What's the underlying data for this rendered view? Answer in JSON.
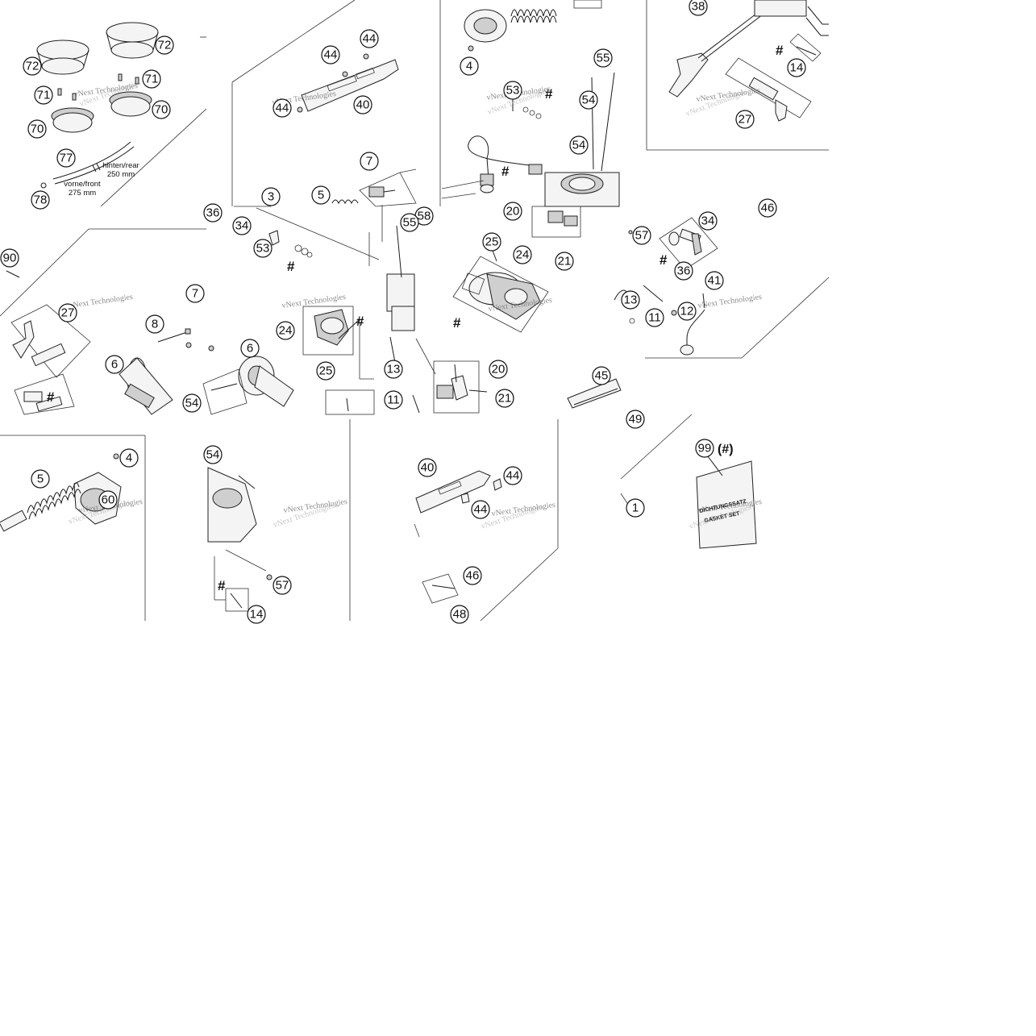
{
  "watermark": "vNext Technologies",
  "hash_symbol": "#",
  "notes": {
    "rear_label": "hinten/rear",
    "rear_length": "250 mm",
    "front_label": "vorne/front",
    "front_length": "275 mm"
  },
  "kit_callout": "99",
  "kit_callout_suffix": "(#)",
  "kit_line1": "DICHTUNGSSATZ",
  "kit_line2": "GASKET SET",
  "callouts": {
    "c72a": "72",
    "c72b": "72",
    "c71a": "71",
    "c71b": "71",
    "c70a": "70",
    "c70b": "70",
    "c77": "77",
    "c78": "78",
    "c44a": "44",
    "c44b": "44",
    "c44c": "44",
    "c40a": "40",
    "c7a": "7",
    "c5a": "5",
    "c3": "3",
    "c34a": "34",
    "c53a": "53",
    "c36a": "36",
    "c4a": "4",
    "c55a": "55",
    "c53b": "53",
    "c54a": "54",
    "c54b": "54",
    "c20a": "20",
    "c21a": "21",
    "c38": "38",
    "c14a": "14",
    "c27a": "27",
    "c90": "90",
    "c27b": "27",
    "c8": "8",
    "c7b": "7",
    "c6a": "6",
    "c6b": "6",
    "c54c": "54",
    "c24a": "24",
    "c25a": "25",
    "c13a": "13",
    "c11a": "11",
    "c58": "58",
    "c55b": "55",
    "c25b": "25",
    "c24b": "24",
    "c20b": "20",
    "c21b": "21",
    "c45": "45",
    "c57a": "57",
    "c34b": "34",
    "c36b": "36",
    "c41": "41",
    "c13b": "13",
    "c11b": "11",
    "c12": "12",
    "c46a": "46",
    "c5b": "5",
    "c4b": "4",
    "c60": "60",
    "c54d": "54",
    "c57b": "57",
    "c14b": "14",
    "c40b": "40",
    "c44d": "44",
    "c44e": "44",
    "c46b": "46",
    "c48": "48",
    "c1": "1",
    "c49": "49"
  }
}
